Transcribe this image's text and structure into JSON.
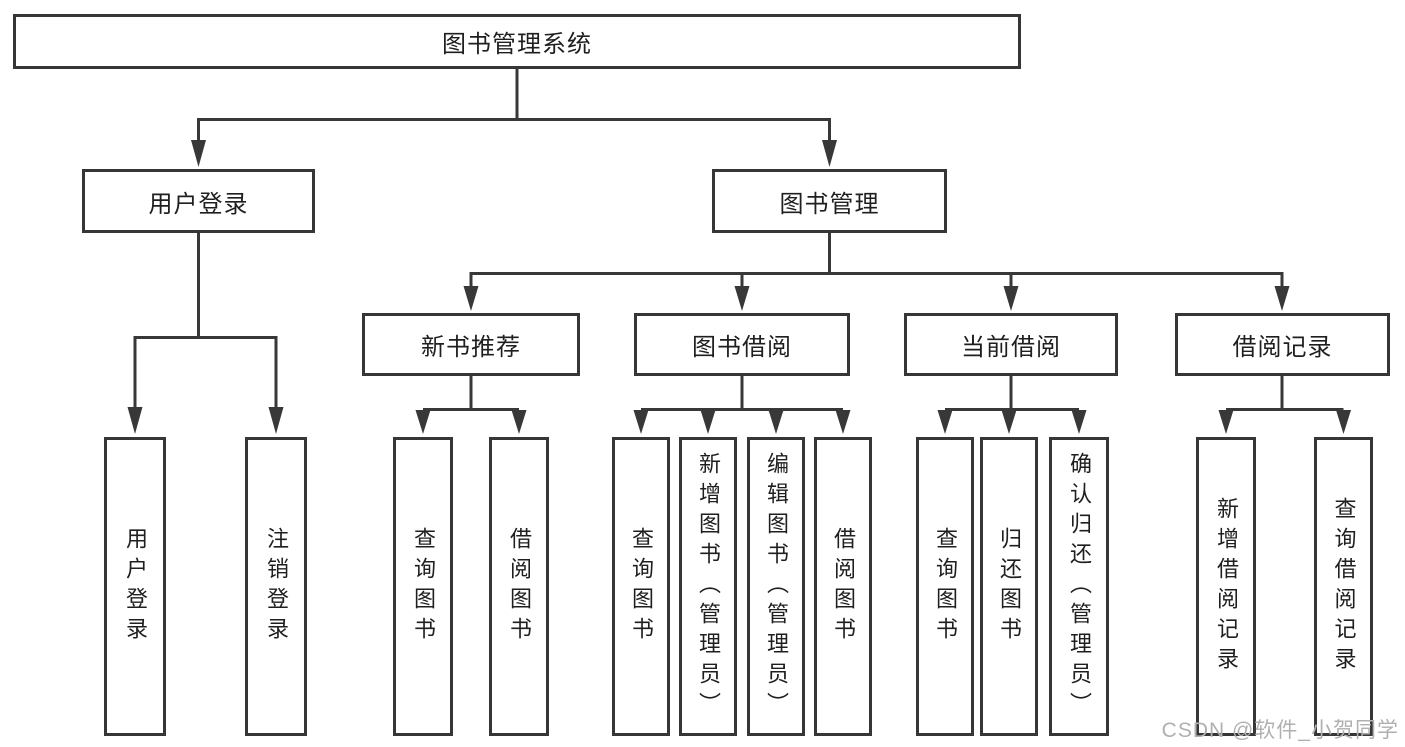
{
  "colors": {
    "line": "#383838",
    "box_border": "#363636",
    "text": "#1f1f1f",
    "watermark": "#b0b0b0"
  },
  "tree": {
    "label": "图书管理系统",
    "children": [
      {
        "label": "用户登录",
        "children": [
          {
            "label": "用户登录"
          },
          {
            "label": "注销登录"
          }
        ]
      },
      {
        "label": "图书管理",
        "children": [
          {
            "label": "新书推荐",
            "children": [
              {
                "label": "查询图书"
              },
              {
                "label": "借阅图书"
              }
            ]
          },
          {
            "label": "图书借阅",
            "children": [
              {
                "label": "查询图书"
              },
              {
                "label": "新增图书（管理员）"
              },
              {
                "label": "编辑图书（管理员）"
              },
              {
                "label": "借阅图书"
              }
            ]
          },
          {
            "label": "当前借阅",
            "children": [
              {
                "label": "查询图书"
              },
              {
                "label": "归还图书"
              },
              {
                "label": "确认归还（管理员）"
              }
            ]
          },
          {
            "label": "借阅记录",
            "children": [
              {
                "label": "新增借阅记录"
              },
              {
                "label": "查询借阅记录"
              }
            ]
          }
        ]
      }
    ]
  },
  "watermark": {
    "text": "CSDN @软件_小贺同学"
  }
}
